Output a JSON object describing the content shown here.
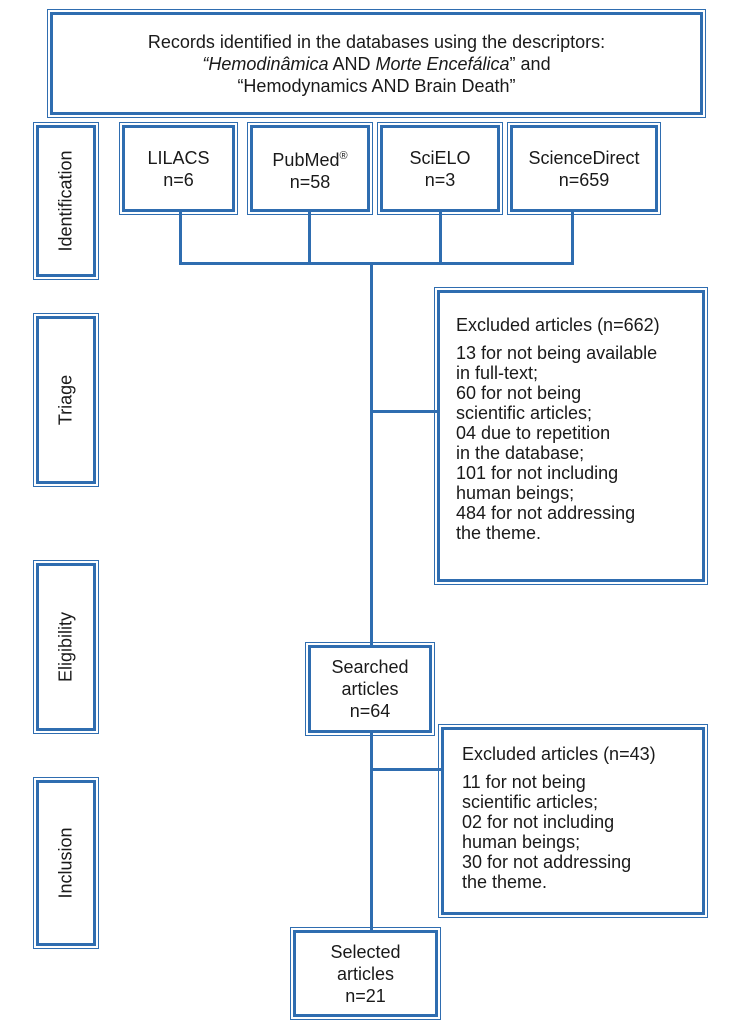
{
  "header": {
    "line1": "Records identified in the databases using the descriptors:",
    "line2_italic_a": "“Hemodinâmica",
    "line2_mid": " AND ",
    "line2_italic_b": "Morte Encefálica",
    "line2_end": "” and",
    "line3": "“Hemodynamics AND Brain Death”"
  },
  "stages": [
    "Identification",
    "Triage",
    "Eligibility",
    "Inclusion"
  ],
  "databases": [
    {
      "name": "LILACS",
      "sup": "",
      "count": "n=6"
    },
    {
      "name": "PubMed",
      "sup": "®",
      "count": "n=58"
    },
    {
      "name": "SciELO",
      "sup": "",
      "count": "n=3"
    },
    {
      "name": "ScienceDirect",
      "sup": "",
      "count": "n=659"
    }
  ],
  "excluded1": {
    "title": "Excluded articles (n=662)",
    "lines": [
      "13 for not being available",
      "in full-text;",
      "60 for not being",
      "scientific articles;",
      "04 due to repetition",
      "in the database;",
      "101 for not including",
      "human beings;",
      "484 for not addressing",
      "the theme."
    ]
  },
  "searched": {
    "line1": "Searched",
    "line2": "articles",
    "count": "n=64"
  },
  "excluded2": {
    "title": "Excluded articles (n=43)",
    "lines": [
      "11 for not being",
      "scientific articles;",
      "02 for not including",
      "human beings;",
      "30 for not addressing",
      "the theme."
    ]
  },
  "selected": {
    "line1": "Selected",
    "line2": "articles",
    "count": "n=21"
  },
  "colors": {
    "border": "#2f6db0",
    "text": "#1a1a1a"
  }
}
